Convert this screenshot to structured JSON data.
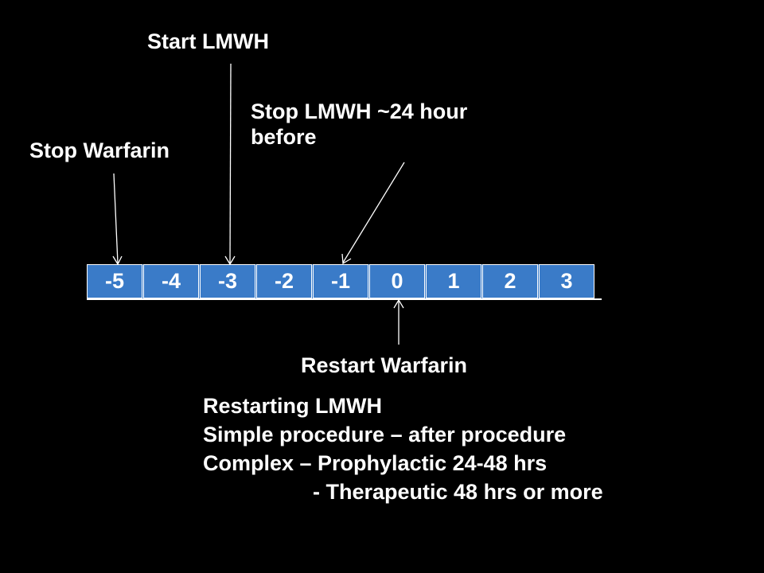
{
  "labels": {
    "start_lmwh": "Start LMWH",
    "stop_lmwh_line1": "Stop LMWH ~24 hour",
    "stop_lmwh_line2": "before",
    "stop_warfarin": "Stop Warfarin",
    "restart_warfarin": "Restart Warfarin"
  },
  "timeline": {
    "days": [
      "-5",
      "-4",
      "-3",
      "-2",
      "-1",
      "0",
      "1",
      "2",
      "3"
    ],
    "box_color": "#3a7bc8"
  },
  "notes": {
    "line1": "Restarting LMWH",
    "line2": "Simple procedure – after procedure",
    "line3": "Complex – Prophylactic 24-48 hrs",
    "line4": "- Therapeutic 48 hrs or more"
  },
  "colors": {
    "background": "#000000",
    "text": "#ffffff"
  }
}
